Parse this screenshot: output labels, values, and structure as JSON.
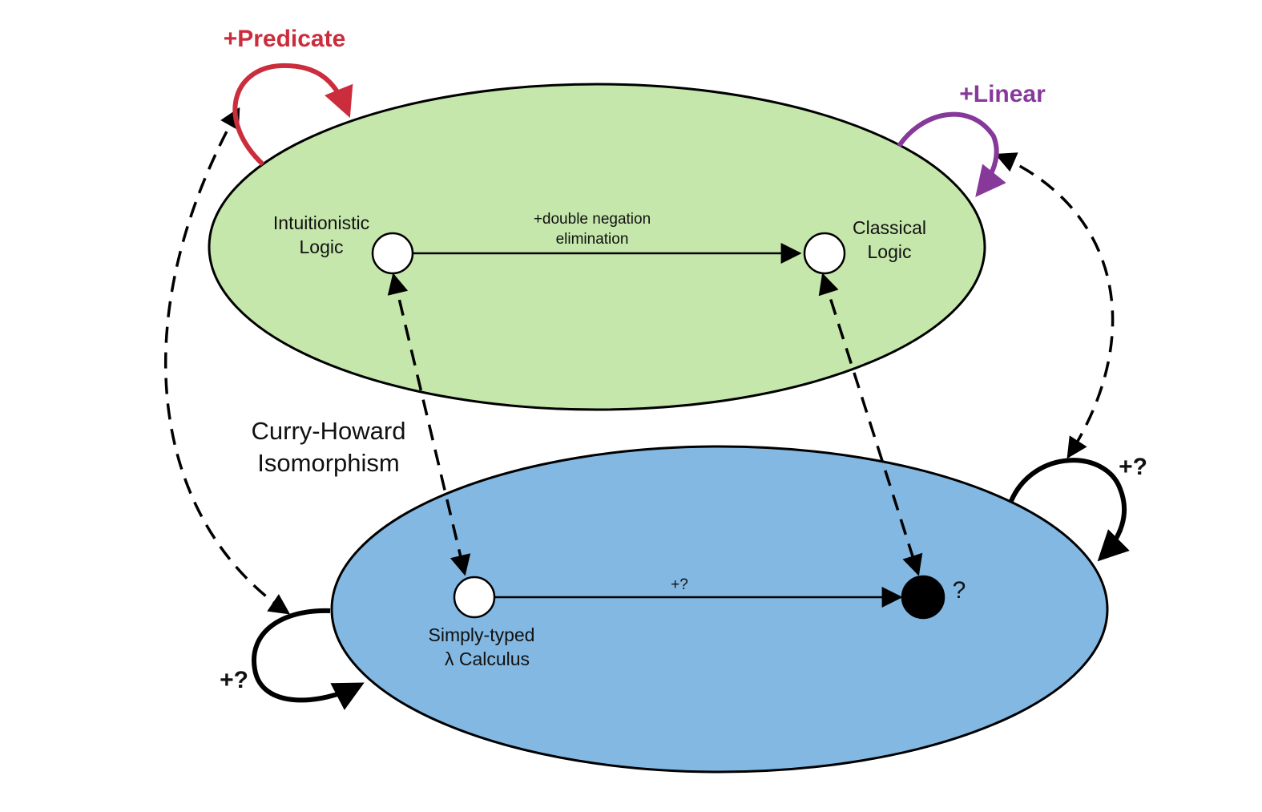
{
  "colors": {
    "logic_region_fill": "#c5e7ab",
    "calculus_region_fill": "#82b8e2",
    "outline": "#000000",
    "predicate": "#cc2d3c",
    "linear": "#87399a",
    "unknown_node_fill": "#000000",
    "open_node_fill": "#ffffff"
  },
  "logic_region": {
    "intuitionistic_label_line1": "Intuitionistic",
    "intuitionistic_label_line2": "Logic",
    "classical_label_line1": "Classical",
    "classical_label_line2": "Logic",
    "edge_label_line1": "+double negation",
    "edge_label_line2": "elimination"
  },
  "calculus_region": {
    "simply_typed_label_line1": "Simply-typed",
    "simply_typed_label_line2": "λ Calculus",
    "edge_label": "+?",
    "unknown_node_label": "?"
  },
  "correspondence": {
    "label_line1": "Curry-Howard",
    "label_line2": "Isomorphism"
  },
  "extensions": {
    "predicate": "+Predicate",
    "linear": "+Linear",
    "calculus_left": "+?",
    "calculus_right": "+?"
  }
}
